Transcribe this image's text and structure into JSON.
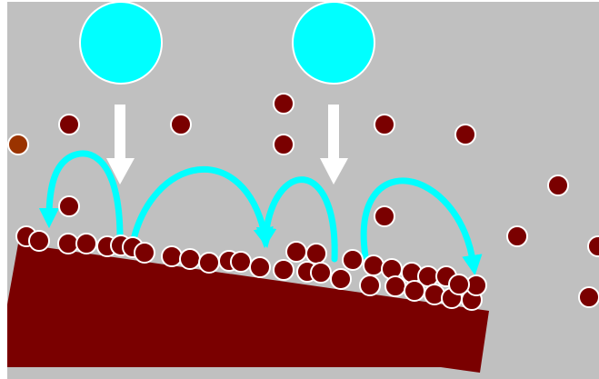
{
  "colors": {
    "background": "#c0c0c0",
    "substrate": "#7a0000",
    "particle": "#7a0000",
    "particle_outline": "#ffffff",
    "odd_particle": "#9a3300",
    "ion": "#00ffff",
    "ion_outline": "#ffffff",
    "arrow": "#ffffff",
    "trajectory": "#00ffff"
  },
  "icons": {
    "ion": "cyan-circle",
    "incident_arrow": "down-arrow",
    "trajectory": "curved-arrow",
    "particle": "dark-red-circle",
    "substrate": "tilted-slab"
  },
  "counts": {
    "ions": 2,
    "incident_arrows": 2,
    "trajectories": 4
  }
}
